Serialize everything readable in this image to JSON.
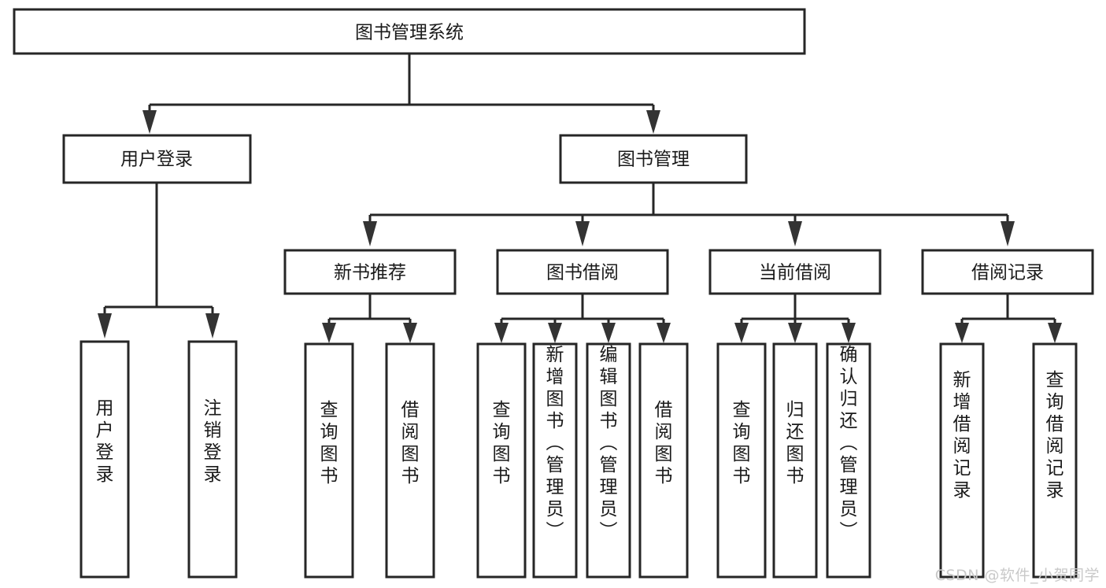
{
  "diagram": {
    "type": "tree",
    "orientation": "top-down",
    "title": "图书管理系统",
    "colors": {
      "background": "#ffffff",
      "box_fill": "#ffffff",
      "box_stroke": "#262626",
      "connector": "#262626",
      "arrow": "#333333",
      "text": "#1a1a1a",
      "watermark": "#c9c9c9"
    },
    "root": {
      "id": "root",
      "label": "图书管理系统",
      "orientation": "horizontal"
    },
    "level2": [
      {
        "id": "user-login",
        "label": "用户登录",
        "orientation": "horizontal"
      },
      {
        "id": "book-management",
        "label": "图书管理",
        "orientation": "horizontal"
      }
    ],
    "level3": [
      {
        "id": "new-book-recommend",
        "label": "新书推荐",
        "orientation": "horizontal",
        "parent": "book-management"
      },
      {
        "id": "book-borrow",
        "label": "图书借阅",
        "orientation": "horizontal",
        "parent": "book-management"
      },
      {
        "id": "current-borrow",
        "label": "当前借阅",
        "orientation": "horizontal",
        "parent": "book-management"
      },
      {
        "id": "borrow-record",
        "label": "借阅记录",
        "orientation": "horizontal",
        "parent": "book-management"
      }
    ],
    "leaves": [
      {
        "id": "leaf-user-login",
        "label": "用户登录",
        "orientation": "vertical",
        "parent": "user-login"
      },
      {
        "id": "leaf-user-logout",
        "label": "注销登录",
        "orientation": "vertical",
        "parent": "user-login"
      },
      {
        "id": "leaf-query-book-1",
        "label": "查询图书",
        "orientation": "vertical",
        "parent": "new-book-recommend"
      },
      {
        "id": "leaf-borrow-book-1",
        "label": "借阅图书",
        "orientation": "vertical",
        "parent": "new-book-recommend"
      },
      {
        "id": "leaf-query-book-2",
        "label": "查询图书",
        "orientation": "vertical",
        "parent": "book-borrow"
      },
      {
        "id": "leaf-add-book",
        "label": "新增图书（管理员）",
        "orientation": "vertical",
        "parent": "book-borrow"
      },
      {
        "id": "leaf-edit-book",
        "label": "编辑图书（管理员）",
        "orientation": "vertical",
        "parent": "book-borrow"
      },
      {
        "id": "leaf-borrow-book-2",
        "label": "借阅图书",
        "orientation": "vertical",
        "parent": "book-borrow"
      },
      {
        "id": "leaf-query-book-3",
        "label": "查询图书",
        "orientation": "vertical",
        "parent": "current-borrow"
      },
      {
        "id": "leaf-return-book",
        "label": "归还图书",
        "orientation": "vertical",
        "parent": "current-borrow"
      },
      {
        "id": "leaf-confirm-return",
        "label": "确认归还（管理员）",
        "orientation": "vertical",
        "parent": "current-borrow"
      },
      {
        "id": "leaf-add-record",
        "label": "新增借阅记录",
        "orientation": "vertical",
        "parent": "borrow-record"
      },
      {
        "id": "leaf-query-record",
        "label": "查询借阅记录",
        "orientation": "vertical",
        "parent": "borrow-record"
      }
    ]
  },
  "watermark": {
    "label": "CSDN @软件_小贺同学"
  }
}
